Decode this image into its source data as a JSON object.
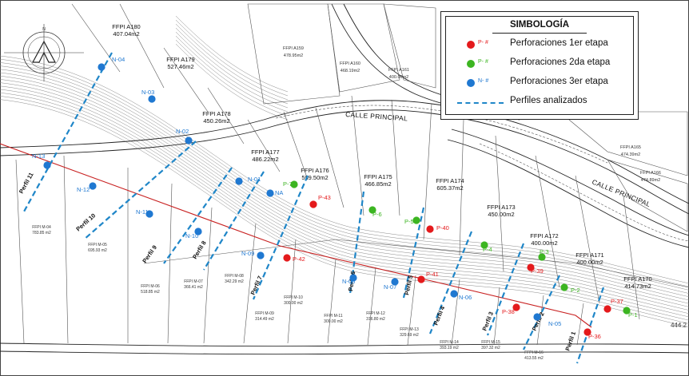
{
  "legend": {
    "title": "SIMBOLOGÍA",
    "items": [
      {
        "code": "P- #",
        "text": "Perforaciones 1er etapa",
        "color": "#e41a1c"
      },
      {
        "code": "P- #",
        "text": "Perforaciones 2da etapa",
        "color": "#3cb521"
      },
      {
        "code": "N- #",
        "text": "Perforaciones 3er etapa",
        "color": "#1f78d1"
      },
      {
        "code": "",
        "text": "Perfiles analizados",
        "color": "#1f86c8"
      }
    ]
  },
  "streets": {
    "main_top": "CALLE PRINCIPAL",
    "main_right": "CALLE PRINCIPAL"
  },
  "compass": {
    "line1": "N"
  },
  "lots_large": [
    {
      "name": "FFPI A180",
      "area": "407.04m2"
    },
    {
      "name": "FFPI A179",
      "area": "527.46m2"
    },
    {
      "name": "FFPI A178",
      "area": "450.26m2"
    },
    {
      "name": "FFPI A177",
      "area": "486.22m2"
    },
    {
      "name": "FFPI A176",
      "area": "599.50m2"
    },
    {
      "name": "FFPI A175",
      "area": "466.85m2"
    },
    {
      "name": "FFPI A174",
      "area": "605.37m2"
    },
    {
      "name": "FFPI A173",
      "area": "450.00m2"
    },
    {
      "name": "FFPI A172",
      "area": "400.00m2"
    },
    {
      "name": "FFPI A171",
      "area": "400.00m2"
    },
    {
      "name": "FFPI A170",
      "area": "414.73m2"
    },
    {
      "name": "FFPI A159",
      "area": "478.95m2"
    },
    {
      "name": "FFPI A160",
      "area": "468.19m2"
    },
    {
      "name": "FFPI A161",
      "area": "400.00m2"
    },
    {
      "name": "FFPI A165",
      "area": "474.39m2"
    },
    {
      "name": "FFPI A166",
      "area": "474.89m2"
    },
    {
      "name": "",
      "area": "444.2"
    }
  ],
  "lots_small": [
    {
      "name": "FFPI M-04",
      "area": "783.85 m2"
    },
    {
      "name": "FFPI M-05",
      "area": "695.93 m2"
    },
    {
      "name": "FFPI M-06",
      "area": "518.85 m2"
    },
    {
      "name": "FFPI M-07",
      "area": "366.41 m2"
    },
    {
      "name": "FFPI M-08",
      "area": "342.29 m2"
    },
    {
      "name": "FFPI M-09",
      "area": "314.49 m2"
    },
    {
      "name": "FFPI M-10",
      "area": "300.00 m2"
    },
    {
      "name": "FFPI M-11",
      "area": "300.00 m2"
    },
    {
      "name": "FFPI M-12",
      "area": "316.80 m2"
    },
    {
      "name": "FFPI M-13",
      "area": "329.69 m2"
    },
    {
      "name": "FFPI M-14",
      "area": "393.19 m2"
    },
    {
      "name": "FFPI M-15",
      "area": "397.32 m2"
    },
    {
      "name": "FFPI M-16",
      "area": "413.55 m2"
    }
  ],
  "points": [
    {
      "label": "N-04",
      "stage": 3
    },
    {
      "label": "N-03",
      "stage": 3
    },
    {
      "label": "N-02",
      "stage": 3
    },
    {
      "label": "N-13",
      "stage": 3
    },
    {
      "label": "N-12",
      "stage": 3
    },
    {
      "label": "N-11",
      "stage": 3
    },
    {
      "label": "N-10",
      "stage": 3
    },
    {
      "label": "N-01",
      "stage": 3
    },
    {
      "label": "NA",
      "stage": 3
    },
    {
      "label": "N-09",
      "stage": 3
    },
    {
      "label": "N-08",
      "stage": 3
    },
    {
      "label": "N-07",
      "stage": 3
    },
    {
      "label": "N-06",
      "stage": 3
    },
    {
      "label": "N-05",
      "stage": 3
    },
    {
      "label": "P-43",
      "stage": 1
    },
    {
      "label": "P-42",
      "stage": 1
    },
    {
      "label": "P-41",
      "stage": 1
    },
    {
      "label": "P-40",
      "stage": 1
    },
    {
      "label": "P-39",
      "stage": 1
    },
    {
      "label": "P-38",
      "stage": 1
    },
    {
      "label": "P-37",
      "stage": 1
    },
    {
      "label": "P-36",
      "stage": 1
    },
    {
      "label": "P-7",
      "stage": 2
    },
    {
      "label": "P-6",
      "stage": 2
    },
    {
      "label": "P-5",
      "stage": 2
    },
    {
      "label": "P-4",
      "stage": 2
    },
    {
      "label": "P-3",
      "stage": 2
    },
    {
      "label": "P-2",
      "stage": 2
    },
    {
      "label": "P-1",
      "stage": 2
    }
  ],
  "profiles": [
    "Perfil 11",
    "Perfil 10",
    "Perfil 9",
    "Perfil 8",
    "Perfil 7",
    "Perfil 6",
    "Perfil 5",
    "Perfil 4",
    "Perfil 3",
    "Perfil 2",
    "Perfil 1"
  ]
}
